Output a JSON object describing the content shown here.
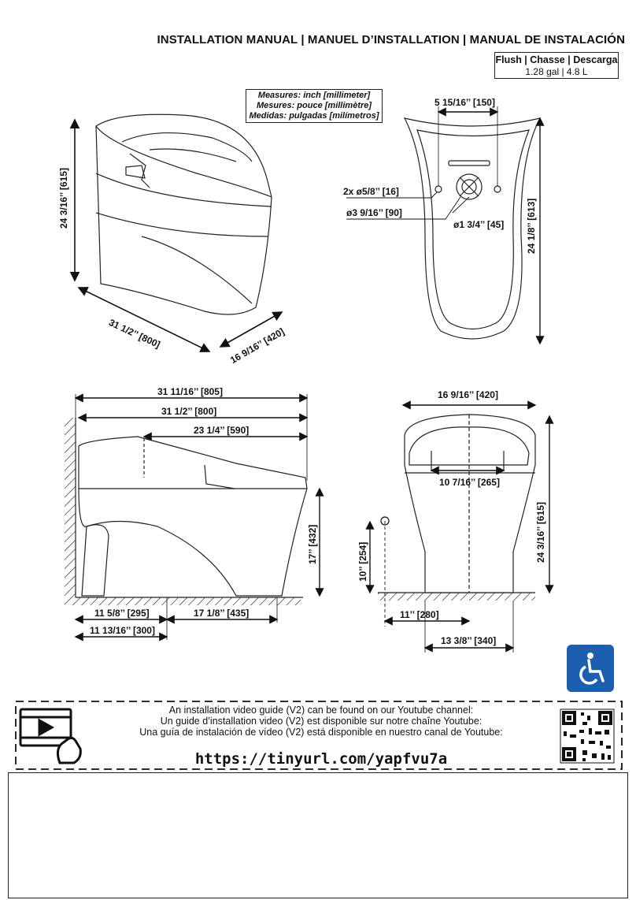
{
  "header": {
    "title": "INSTALLATION MANUAL | MANUEL D’INSTALLATION | MANUAL DE INSTALACIÓN",
    "flush_label": "Flush | Chasse | Descarga",
    "flush_value": "1.28 gal | 4.8 L"
  },
  "measures": {
    "line1": "Measures: inch [millimeter]",
    "line2": "Mesures: pouce [millimètre]",
    "line3": "Medidas: pulgadas [milímetros]"
  },
  "dimensions": {
    "iso_height": "24 3/16’’ [615]",
    "iso_length": "31 1/2’’ [800]",
    "iso_width": "16 9/16’’ [420]",
    "top_width": "5 15/16’’ [150]",
    "top_holes": "2x ø5/8’’ [16]",
    "top_outlet": "ø3 9/16’’ [90]",
    "top_center": "ø1 3/4’’ [45]",
    "top_length": "24 1/8’’ [613]",
    "side_total": "31 11/16’’ [805]",
    "side_length": "31 1/2’’ [800]",
    "side_seat": "23 1/4’’ [590]",
    "side_height": "17’’ [432]",
    "side_rough1": "11 5/8’’ [295]",
    "side_rough2": "11 13/16’’ [300]",
    "side_base": "17 1/8’’ [435]",
    "front_width": "16 9/16’’ [420]",
    "front_seat": "10 7/16’’ [265]",
    "front_height": "24 3/16’’ [615]",
    "front_supply": "10’’ [254]",
    "front_offset": "11’’ [280]",
    "front_base": "13 3/8’’ [340]"
  },
  "video": {
    "line1": "An installation video guide (V2) can be found on our Youtube channel:",
    "line2": "Un guide d’installation video (V2) est disponible sur notre chaîne Youtube:",
    "line3": "Una guía de instalación de vídeo (V2) está disponible en nuestro canal de Youtube:",
    "url": "https://tinyurl.com/yapfvu7a",
    "icon": "video-tutorial-icon"
  },
  "accessibility_icon": "wheelchair-icon",
  "colors": {
    "accessibility_bg": "#1c5fae"
  }
}
